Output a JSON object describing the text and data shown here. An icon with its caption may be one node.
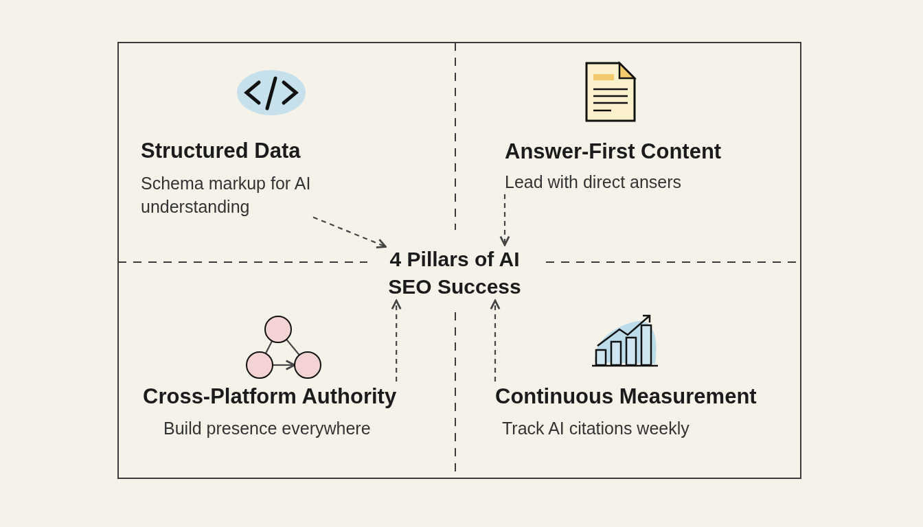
{
  "diagram": {
    "nodes": [
      {
        "text": [
          "Structured Data",
          "Schema markup for AI understanding"
        ]
      },
      {
        "text": [
          "Answer-First Content",
          "Lead with direct ansers"
        ]
      },
      {
        "text": [
          "Cross-Platform Authority",
          "Build presence everywhere"
        ]
      },
      {
        "text": [
          "Continuous Measurement",
          "Track AI citations weekly"
        ]
      },
      {
        "text": [
          "4 Pillars of AI SEO Success"
        ]
      },
      {
        "text": [],
        "shape": "circle",
        "in": 2
      },
      {
        "text": [],
        "shape": "circle",
        "in": 2
      },
      {
        "text": [],
        "shape": "circle",
        "in": 2
      }
    ],
    "edges": [
      {
        "from": 0,
        "to": 4,
        "arrow": "to",
        "style": "dashed"
      },
      {
        "from": 1,
        "to": 4,
        "arrow": "to",
        "style": "dashed"
      },
      {
        "from": 2,
        "to": 4,
        "arrow": "to",
        "style": "dashed"
      },
      {
        "from": 3,
        "to": 4,
        "arrow": "to",
        "style": "dashed"
      },
      {
        "from": 5,
        "to": 6,
        "arrow": "none"
      },
      {
        "from": 5,
        "to": 7,
        "arrow": "none"
      },
      {
        "from": 6,
        "to": 7,
        "arrow": "to"
      }
    ]
  }
}
